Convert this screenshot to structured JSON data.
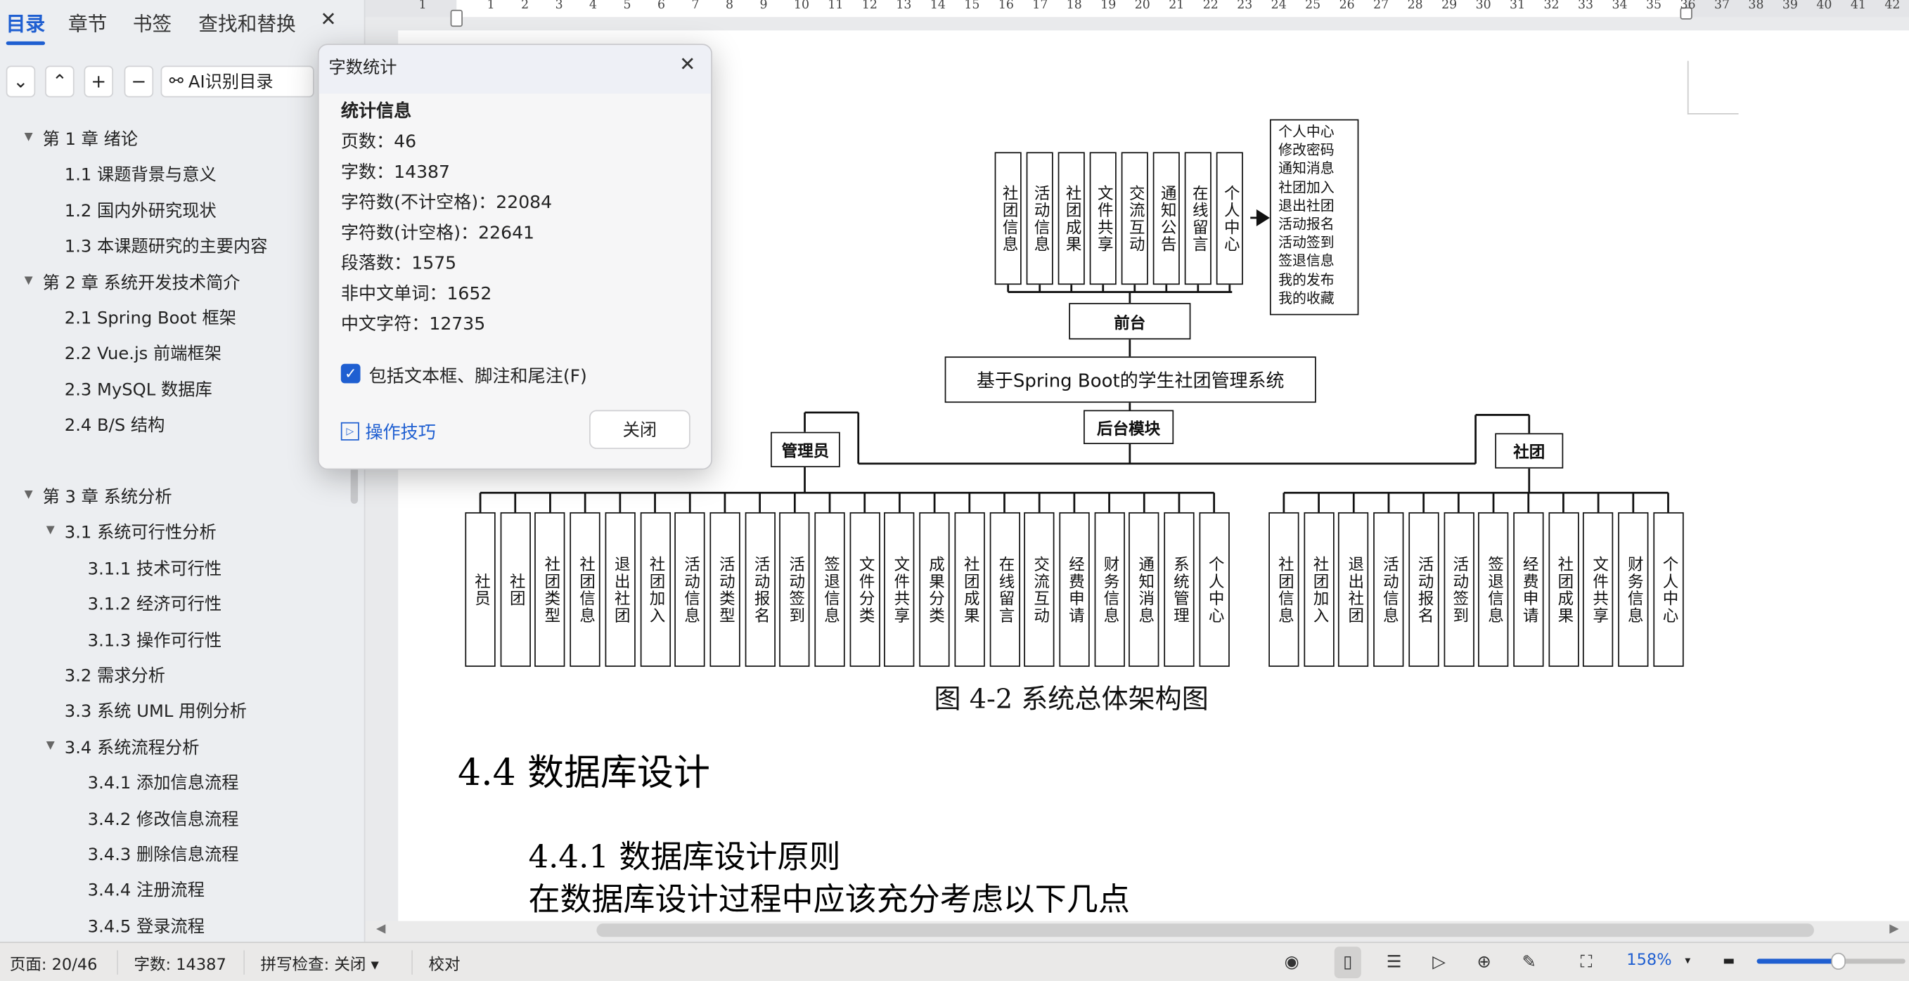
{
  "sidebar": {
    "tabs": [
      "目录",
      "章节",
      "书签",
      "查找和替换"
    ],
    "close_label": "✕",
    "buttons": {
      "collapse": "⌄",
      "expand": "⌃",
      "add": "+",
      "remove": "−"
    },
    "ai_label": "AI识别目录",
    "toc": [
      {
        "label": "第 1 章 绪论",
        "level": 0,
        "arrow": true
      },
      {
        "label": "1.1 课题背景与意义",
        "level": 1
      },
      {
        "label": "1.2 国内外研究现状",
        "level": 1
      },
      {
        "label": "1.3 本课题研究的主要内容",
        "level": 1
      },
      {
        "label": "第 2 章 系统开发技术简介",
        "level": 0,
        "arrow": true
      },
      {
        "label": "2.1 Spring Boot 框架",
        "level": 1
      },
      {
        "label": "2.2 Vue.js 前端框架",
        "level": 1
      },
      {
        "label": "2.3 MySQL 数据库",
        "level": 1
      },
      {
        "label": "2.4 B/S 结构",
        "level": 1
      },
      null,
      {
        "label": "第 3 章 系统分析",
        "level": 0,
        "arrow": true
      },
      {
        "label": "3.1 系统可行性分析",
        "level": 1,
        "arrow": true
      },
      {
        "label": "3.1.1 技术可行性",
        "level": 2
      },
      {
        "label": "3.1.2 经济可行性",
        "level": 2
      },
      {
        "label": "3.1.3 操作可行性",
        "level": 2
      },
      {
        "label": "3.2 需求分析",
        "level": 1
      },
      {
        "label": "3.3 系统 UML 用例分析",
        "level": 1
      },
      {
        "label": "3.4 系统流程分析",
        "level": 1,
        "arrow": true
      },
      {
        "label": "3.4.1 添加信息流程",
        "level": 2
      },
      {
        "label": "3.4.2 修改信息流程",
        "level": 2
      },
      {
        "label": "3.4.3 删除信息流程",
        "level": 2
      },
      {
        "label": "3.4.4 注册流程",
        "level": 2
      },
      {
        "label": "3.4.5 登录流程",
        "level": 2
      }
    ]
  },
  "ruler": {
    "left_number": "1",
    "max": 42
  },
  "dialog": {
    "title": "字数统计",
    "section": "统计信息",
    "stats": [
      "页数：46",
      "字数：14387",
      "字符数(不计空格)：22084",
      "字符数(计空格)：22641",
      "段落数：1575",
      "非中文单词：1652",
      "中文字符：12735"
    ],
    "checkbox_label": "包括文本框、脚注和尾注(F)",
    "checkbox_checked": true,
    "tips_label": "操作技巧",
    "close_button": "关闭"
  },
  "diagram": {
    "front_modules": [
      "社团信息",
      "活动信息",
      "社团成果",
      "文件共享",
      "交流互动",
      "通知公告",
      "在线留言",
      "个人中心"
    ],
    "personal_center_items": [
      "个人中心",
      "修改密码",
      "通知消息",
      "社团加入",
      "退出社团",
      "活动报名",
      "活动签到",
      "签退信息",
      "我的发布",
      "我的收藏"
    ],
    "front_label": "前台",
    "system_title": "基于Spring Boot的学生社团管理系统",
    "backend_label": "后台模块",
    "admin_label": "管理员",
    "club_label": "社团",
    "admin_modules": [
      "社员",
      "社团",
      "社团类型",
      "社团信息",
      "退出社团",
      "社团加入",
      "活动信息",
      "活动类型",
      "活动报名",
      "活动签到",
      "签退信息",
      "文件分类",
      "文件共享",
      "成果分类",
      "社团成果",
      "在线留言",
      "交流互动",
      "经费申请",
      "财务信息",
      "通知消息",
      "系统管理",
      "个人中心"
    ],
    "club_modules": [
      "社团信息",
      "社团加入",
      "退出社团",
      "活动信息",
      "活动报名",
      "活动签到",
      "签退信息",
      "经费申请",
      "社团成果",
      "文件共享",
      "财务信息",
      "个人中心"
    ],
    "caption": "图 4-2 系统总体架构图"
  },
  "document": {
    "heading": "4.4 数据库设计",
    "subheading": "4.4.1 数据库设计原则",
    "body_partial": "在数据库设计过程中应该充分考虑以下几点"
  },
  "status": {
    "page": "页面: 20/46",
    "words": "字数: 14387",
    "spell": "拼写检查: 关闭 ▾",
    "proof": "校对",
    "zoom": "158%",
    "zoom_fraction": 0.55
  },
  "colors": {
    "accent": "#1f5fd1"
  }
}
